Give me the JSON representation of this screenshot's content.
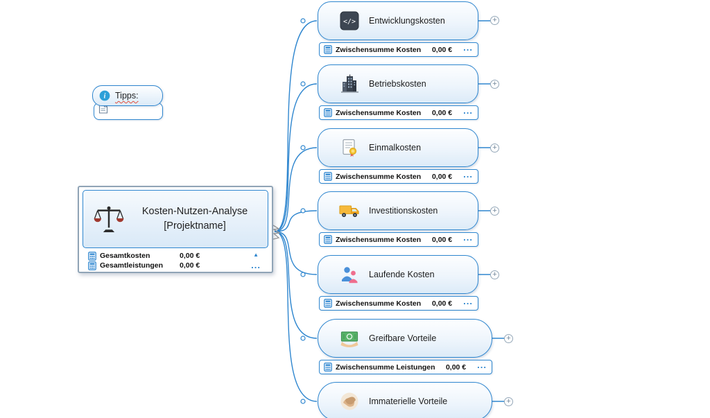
{
  "ui": {
    "more": "...",
    "plus": "+",
    "collapse": "▲"
  },
  "tipps": {
    "label": "Tipps:"
  },
  "central": {
    "title_line1": "Kosten-Nutzen-Analyse",
    "title_line2": "[Projektname]",
    "rows": [
      {
        "label": "Gesamtkosten",
        "value": "0,00 €"
      },
      {
        "label": "Gesamtleistungen",
        "value": "0,00 €"
      }
    ]
  },
  "branches": [
    {
      "label": "Entwicklungskosten",
      "icon": "code-icon",
      "subtotal_label": "Zwischensumme Kosten",
      "subtotal_value": "0,00 €"
    },
    {
      "label": "Betriebskosten",
      "icon": "building-icon",
      "subtotal_label": "Zwischensumme Kosten",
      "subtotal_value": "0,00 €"
    },
    {
      "label": "Einmalkosten",
      "icon": "certificate-icon",
      "subtotal_label": "Zwischensumme Kosten",
      "subtotal_value": "0,00 €"
    },
    {
      "label": "Investitionskosten",
      "icon": "truck-icon",
      "subtotal_label": "Zwischensumme Kosten",
      "subtotal_value": "0,00 €"
    },
    {
      "label": "Laufende Kosten",
      "icon": "people-icon",
      "subtotal_label": "Zwischensumme Kosten",
      "subtotal_value": "0,00 €"
    },
    {
      "label": "Greifbare Vorteile",
      "icon": "money-icon",
      "subtotal_label": "Zwischensumme Leistungen",
      "subtotal_value": "0,00 €"
    },
    {
      "label": "Immaterielle Vorteile",
      "icon": "handshake-icon"
    }
  ],
  "colors": {
    "accent": "#2E86CF",
    "node_border": "#2E86CF",
    "selection_border": "#90A4B6"
  }
}
